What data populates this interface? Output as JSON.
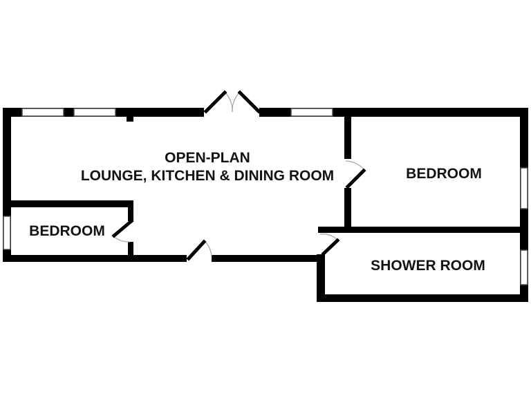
{
  "floorplan": {
    "labels": {
      "open_plan_line1": "OPEN-PLAN",
      "open_plan_line2": "LOUNGE, KITCHEN & DINING ROOM",
      "bedroom_right": "BEDROOM",
      "bedroom_left": "BEDROOM",
      "shower_room": "SHOWER ROOM"
    },
    "colors": {
      "wall": "#010101",
      "door_leaf": "#010101",
      "door_swing_arc": "#a9a9a9",
      "window_border": "#4a4a4a"
    }
  }
}
